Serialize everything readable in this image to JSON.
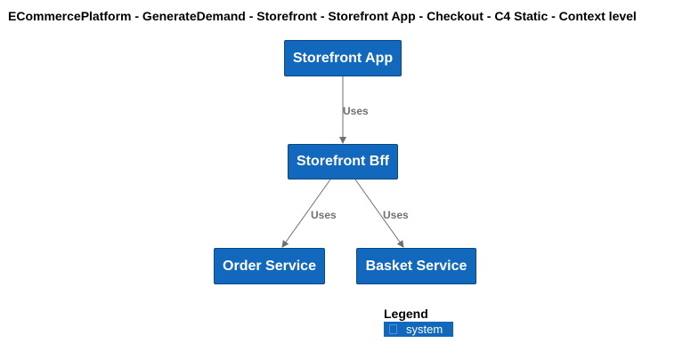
{
  "diagram": {
    "title": "ECommercePlatform - GenerateDemand - Storefront - Storefront App - Checkout - C4 Static - Context level",
    "nodes": [
      {
        "id": "storefront-app",
        "label": "Storefront App"
      },
      {
        "id": "storefront-bff",
        "label": "Storefront Bff"
      },
      {
        "id": "order-service",
        "label": "Order Service"
      },
      {
        "id": "basket-service",
        "label": "Basket Service"
      }
    ],
    "edges": [
      {
        "from": "storefront-app",
        "to": "storefront-bff",
        "label": "Uses"
      },
      {
        "from": "storefront-bff",
        "to": "order-service",
        "label": "Uses"
      },
      {
        "from": "storefront-bff",
        "to": "basket-service",
        "label": "Uses"
      }
    ],
    "legend": {
      "title": "Legend",
      "items": [
        {
          "label": "system",
          "color": "#1168bd"
        }
      ]
    },
    "colors": {
      "node_fill": "#1168bd",
      "node_border": "#0b4884",
      "edge": "#707070"
    }
  }
}
